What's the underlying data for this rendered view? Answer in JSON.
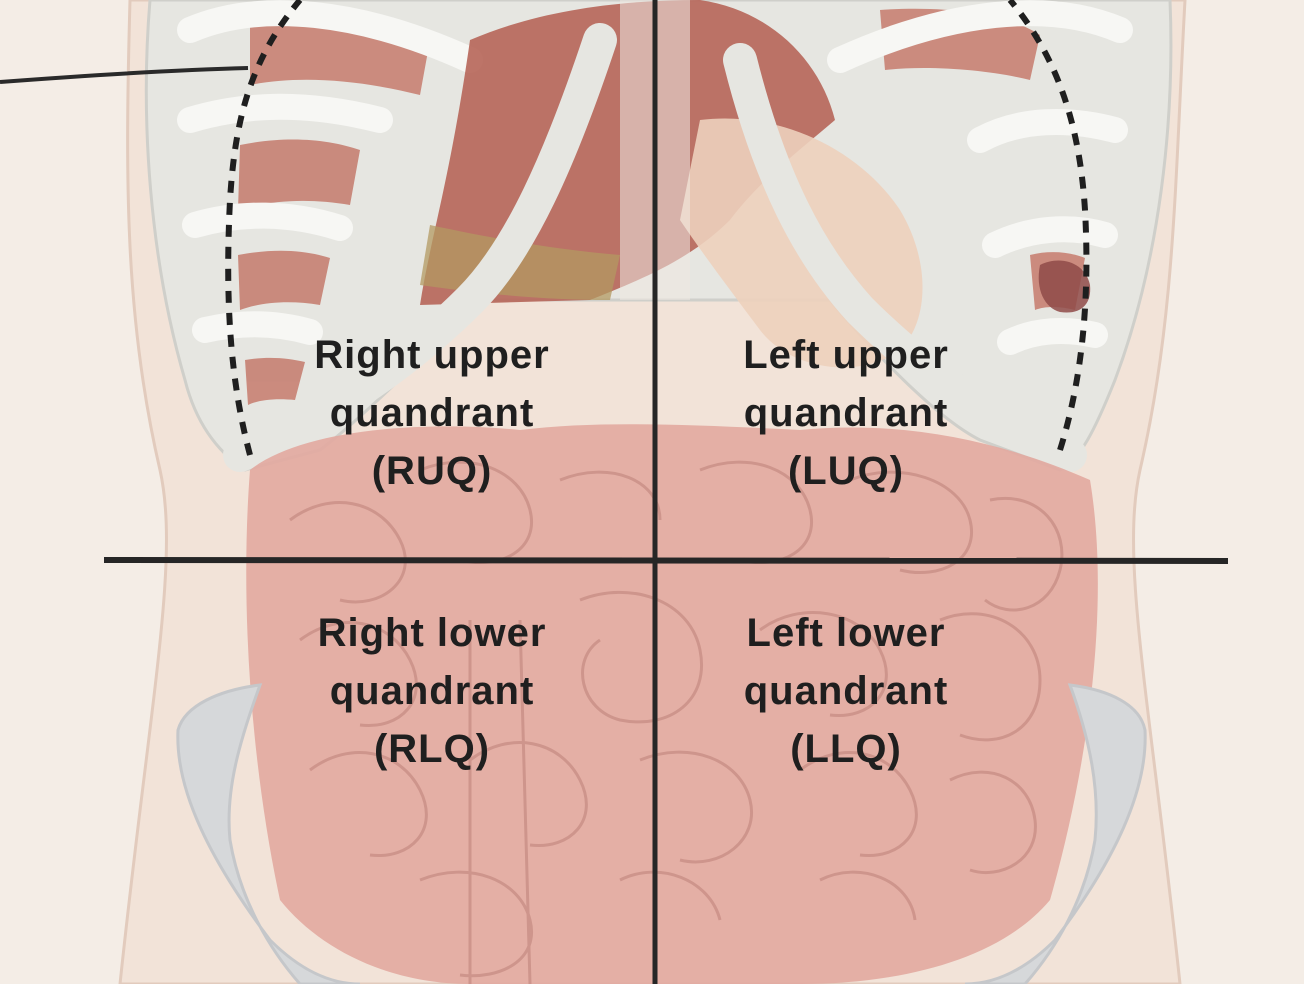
{
  "diagram": {
    "quadrants": [
      {
        "id": "ruq",
        "lines": [
          "Right upper",
          "quandrant",
          "(RUQ)"
        ]
      },
      {
        "id": "luq",
        "lines": [
          "Left upper",
          "quandrant",
          "(LUQ)"
        ]
      },
      {
        "id": "rlq",
        "lines": [
          "Right lower",
          "quandrant",
          "(RLQ)"
        ]
      },
      {
        "id": "llq",
        "lines": [
          "Left lower",
          "quandrant",
          "(LLQ)"
        ]
      }
    ]
  },
  "colors": {
    "background": "#f4ede6",
    "skin": "#f2e3d8",
    "skin_outline": "#e2cbbd",
    "bone": "#e6e6e1",
    "bone_shadow": "#cfcfca",
    "liver": "#b7685b",
    "muscle": "#c57a6c",
    "intestine": "#e2a9a0",
    "intestine_outline": "#c98f86",
    "pelvis": "#d6d8da",
    "divider": "#262626"
  },
  "icons": [
    "callout-leader-line",
    "dashed-boundary-line"
  ]
}
